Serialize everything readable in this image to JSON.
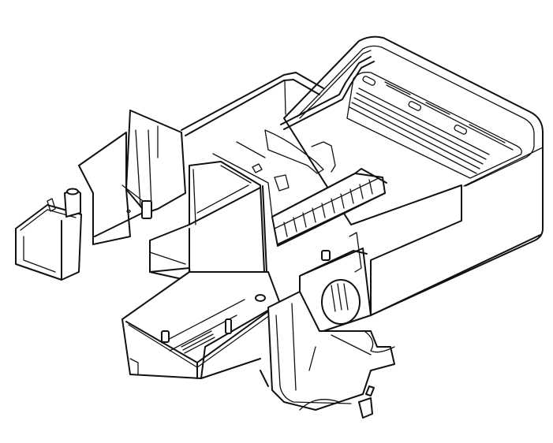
{
  "figure": {
    "title": "Isometric line drawing of molded plastic housing / base tray",
    "background": "#ffffff",
    "stroke_color": "#111111"
  },
  "parts": [
    {
      "id": "rear-tray",
      "label": "Rear tray with ribbed floor"
    },
    {
      "id": "ribbed-floor",
      "label": "Ribbed floor with three slots"
    },
    {
      "id": "rail-channel",
      "label": "Raised rail channel"
    },
    {
      "id": "center-grid",
      "label": "Center grid / ladder insert"
    },
    {
      "id": "left-bracket",
      "label": "Left bracket with post"
    },
    {
      "id": "left-cup",
      "label": "Left end cup"
    },
    {
      "id": "center-tower",
      "label": "Center tower wall"
    },
    {
      "id": "front-box",
      "label": "Front open box"
    },
    {
      "id": "round-port",
      "label": "Round port housing"
    },
    {
      "id": "front-hook",
      "label": "Front hook / clip cradle"
    }
  ]
}
